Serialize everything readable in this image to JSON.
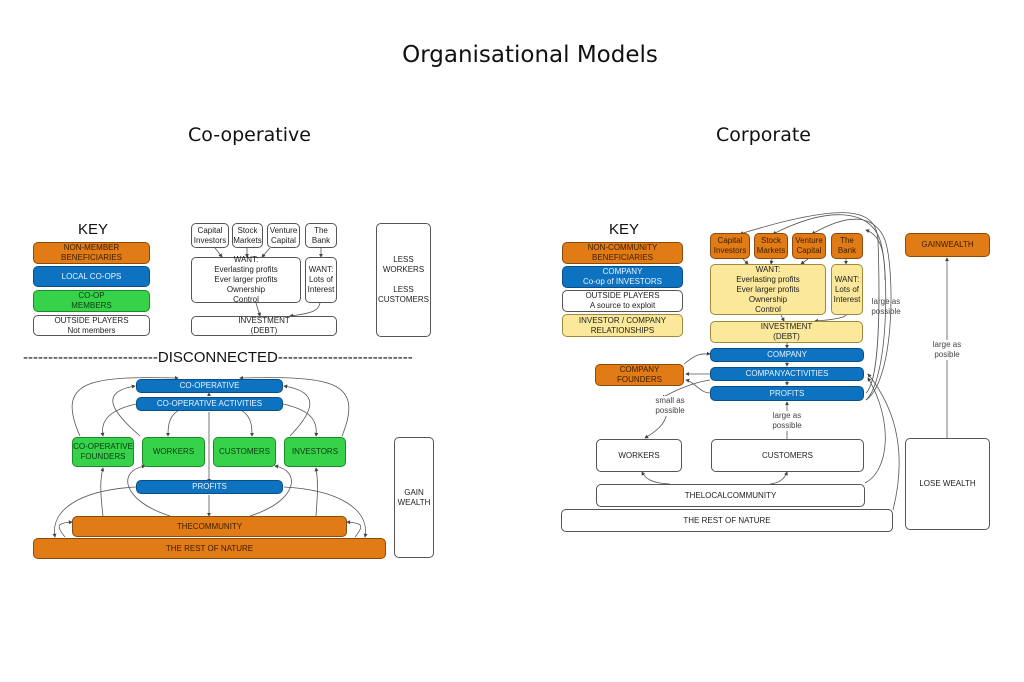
{
  "title": "Organisational Models",
  "cooperative": {
    "heading": "Co-operative",
    "key": {
      "title": "KEY",
      "items": [
        {
          "label": "NON-MEMBER\nBENEFICIARIES",
          "color": "#e07b16"
        },
        {
          "label": "LOCAL CO-OPS",
          "color": "#0d72bf"
        },
        {
          "label": "CO-OP\nMEMBERS",
          "color": "#36d24a"
        },
        {
          "label": "OUTSIDE PLAYERS\nNot members",
          "color": "#ffffff"
        }
      ]
    },
    "outside": {
      "capital_investors": "Capital\nInvestors",
      "stock_markets": "Stock\nMarkets",
      "venture_capital": "Venture\nCapital",
      "the_bank": "The\nBank",
      "want_main": "WANT:\nEverlasting profits\nEver larger profits\nOwnership\nControl",
      "want_bank": "WANT:\nLots of\nInterest",
      "investment": "INVESTMENT\n(DEBT)"
    },
    "less_box": "LESS\nWORKERS\n\nLESS\nCUSTOMERS",
    "disconnected": "---------------------------DISCONNECTED---------------------------",
    "nodes": {
      "cooperative": "CO-OPERATIVE",
      "activities": "CO-OPERATIVE ACTIVITIES",
      "founders": "CO-OPERATIVE\nFOUNDERS",
      "workers": "WORKERS",
      "customers": "CUSTOMERS",
      "investors": "INVESTORS",
      "profits": "PROFITS",
      "community": "THECOMMUNITY",
      "nature": "THE REST OF NATURE"
    },
    "gain_wealth": "GAIN\nWEALTH"
  },
  "corporate": {
    "heading": "Corporate",
    "key": {
      "title": "KEY",
      "items": [
        {
          "label": "NON-COMMUNITY\nBENEFICIARIES",
          "color": "#e07b16"
        },
        {
          "label": "COMPANY\nCo-op of INVESTORS",
          "color": "#0d72bf"
        },
        {
          "label": "OUTSIDE PLAYERS\nA source to exploit",
          "color": "#ffffff"
        },
        {
          "label": "INVESTOR / COMPANY\nRELATIONSHIPS",
          "color": "#fbe89a"
        }
      ]
    },
    "outside": {
      "capital_investors": "Capital\nInvestors",
      "stock_markets": "Stock\nMarkets",
      "venture_capital": "Venture\nCapital",
      "the_bank": "The\nBank",
      "want_main": "WANT:\nEverlasting profits\nEver larger profits\nOwnership\nControl",
      "want_bank": "WANT:\nLots of\nInterest",
      "investment": "INVESTMENT\n(DEBT)"
    },
    "nodes": {
      "company": "COMPANY",
      "founders": "COMPANY\nFOUNDERS",
      "activities": "COMPANYACTIVITIES",
      "profits": "PROFITS",
      "workers": "WORKERS",
      "customers": "CUSTOMERS",
      "local_community": "THELOCALCOMMUNITY",
      "nature": "THE REST OF NATURE"
    },
    "labels": {
      "small_as_possible": "small as\npossible",
      "large_as_possible_center": "large as\npossible",
      "large_as_possible_right": "large as\npossible",
      "large_as_posible_wealth": "large as\nposible"
    },
    "gain_wealth": "GAINWEALTH",
    "lose_wealth": "LOSE WEALTH"
  }
}
